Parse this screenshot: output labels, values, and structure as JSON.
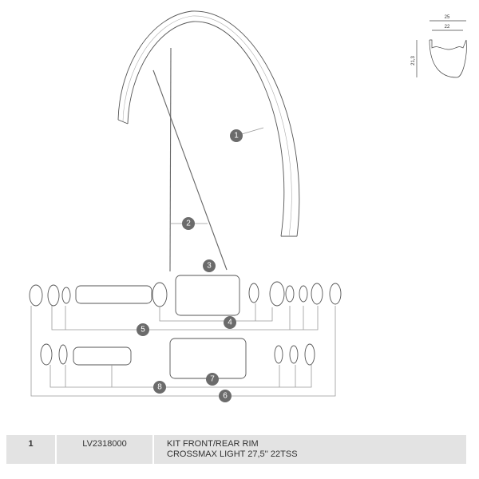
{
  "diagram": {
    "callouts": [
      "1",
      "2",
      "3",
      "4",
      "5",
      "6",
      "7",
      "8"
    ],
    "rim_profile": {
      "outer_width": "25",
      "inner_width": "22",
      "height": "21,3"
    }
  },
  "parts_table": {
    "rows": [
      {
        "ref": "1",
        "code": "LV2318000",
        "description_line1": "KIT FRONT/REAR RIM",
        "description_line2": "CROSSMAX LIGHT 27,5'' 22TSS"
      }
    ]
  },
  "colors": {
    "callout": "#6b6b6b",
    "table_bg": "#e3e3e3",
    "line": "#9a9a9a"
  }
}
